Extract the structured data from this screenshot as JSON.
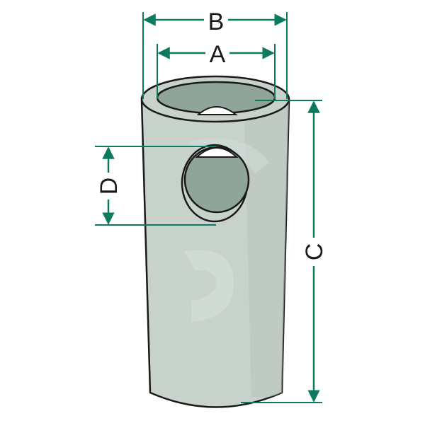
{
  "diagram": {
    "colors": {
      "body": "#c7d2cb",
      "body_shade": "#b7c4bc",
      "inner": "#8fa599",
      "outline": "#1a1a1a",
      "dimension": "#0d7a5f",
      "watermark": "#d6ded9"
    },
    "labels": {
      "a": "A",
      "b": "B",
      "c": "C",
      "d": "D"
    }
  }
}
